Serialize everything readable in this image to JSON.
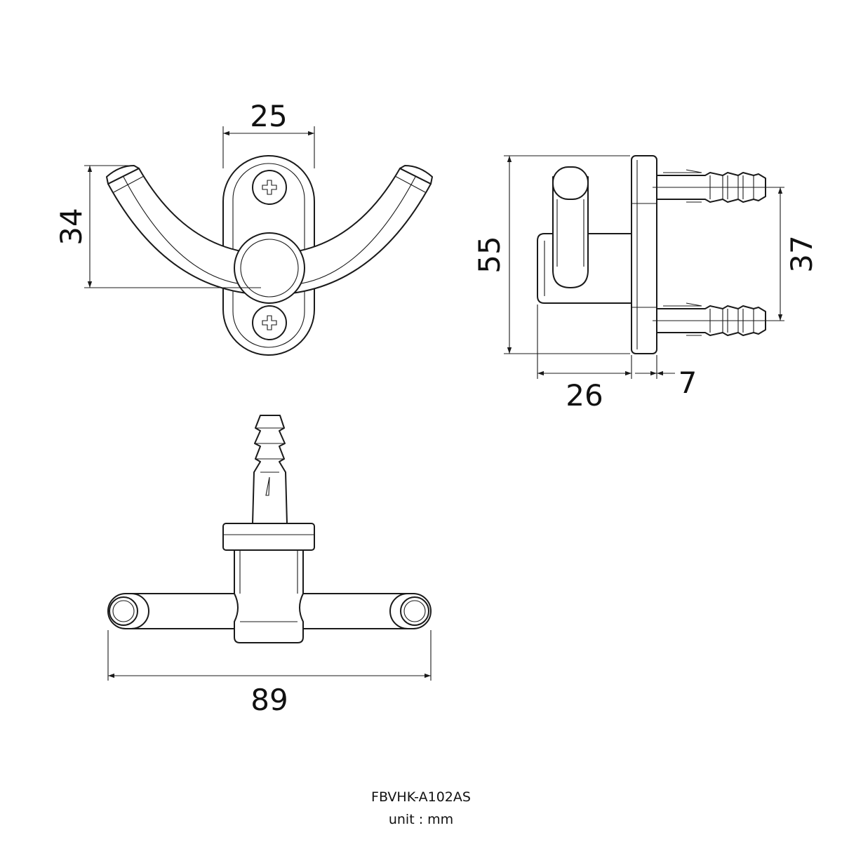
{
  "dimensions": {
    "front_width": "25",
    "front_height": "34",
    "side_height": "55",
    "side_mount_spacing": "37",
    "side_depth": "26",
    "side_plate": "7",
    "bottom_width": "89"
  },
  "caption": {
    "model": "FBVHK-A102AS",
    "unit": "unit : mm"
  },
  "colors": {
    "line": "#1a1a1a",
    "background": "#ffffff"
  }
}
